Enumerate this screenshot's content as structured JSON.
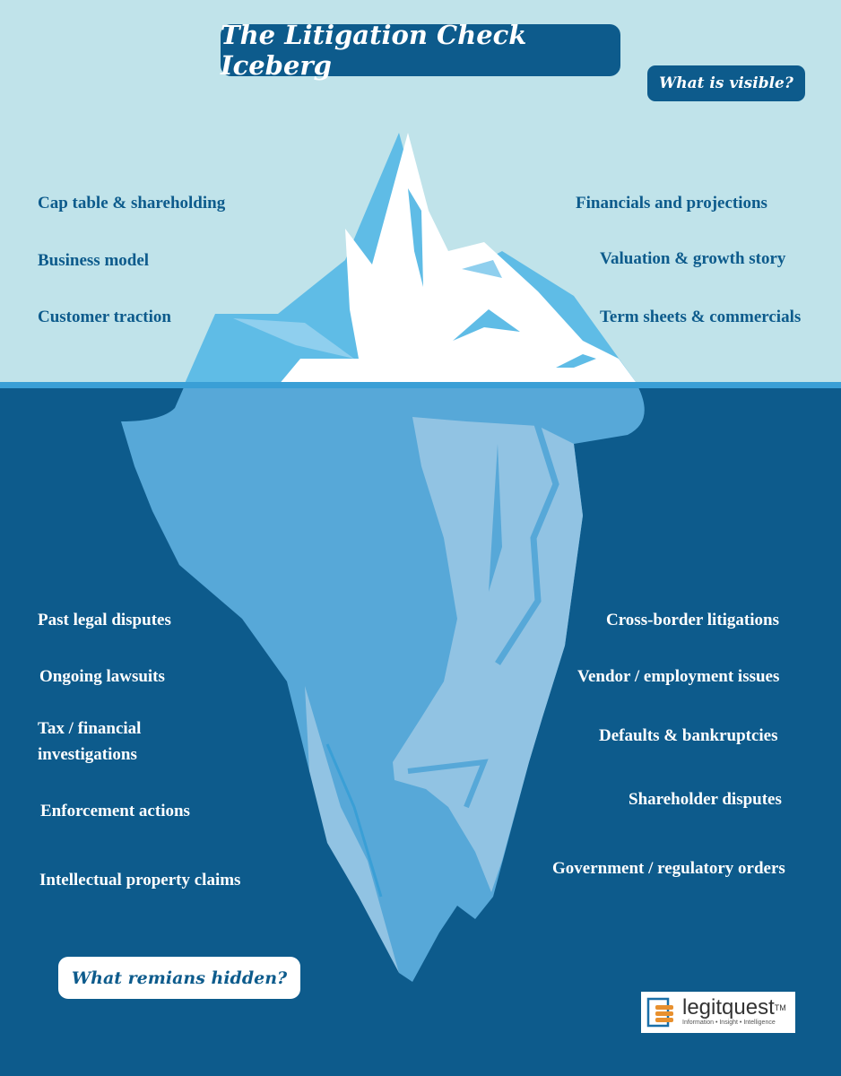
{
  "title": "The Litigation Check Iceberg",
  "visible_tag": "What is visible?",
  "hidden_tag": "What remians hidden?",
  "visible_items": {
    "left": [
      "Cap table & shareholding",
      "Business model",
      "Customer traction"
    ],
    "right": [
      "Financials and projections",
      "Valuation & growth story",
      "Term sheets & commercials"
    ]
  },
  "hidden_items": {
    "left": [
      "Past legal disputes",
      "Ongoing lawsuits",
      "Tax / financial investigations",
      "Enforcement actions",
      "Intellectual property claims"
    ],
    "right": [
      "Cross-border litigations",
      "Vendor / employment issues",
      "Defaults & bankruptcies",
      "Shareholder disputes",
      "Government / regulatory orders"
    ]
  },
  "logo": {
    "name": "legitquest",
    "trademark": "TM",
    "tagline": "Information • Insight • Intelligence"
  },
  "colors": {
    "sky": "#c0e3ea",
    "sea": "#0d5b8c",
    "ice_shadow": "#5fbce6",
    "ice_snow": "#ffffff",
    "underwater_ice": "#57a8d8",
    "underwater_light": "#91c3e3"
  }
}
